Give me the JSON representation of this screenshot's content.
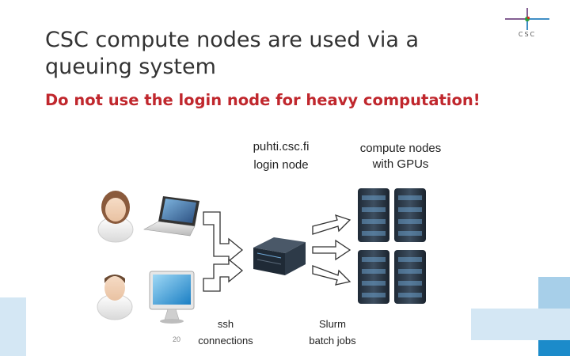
{
  "slide": {
    "title": "CSC compute nodes are used via a queuing system",
    "warning": "Do not use the login node for heavy computation!",
    "page_number": "20"
  },
  "logo": {
    "text": "CSC",
    "icon": "csc-logo-icon"
  },
  "diagram": {
    "login_host": "puhti.csc.fi",
    "login_label": "login node",
    "compute_label_1": "compute nodes",
    "compute_label_2": "with GPUs",
    "ssh_label_1": "ssh",
    "ssh_label_2": "connections",
    "slurm_label_1": "Slurm",
    "slurm_label_2": "batch jobs"
  },
  "colors": {
    "title": "#333333",
    "warning": "#c0272d",
    "decor_light": "#d4e7f4",
    "decor_mid": "#a7cfe9",
    "decor_dark": "#1c8bca"
  }
}
